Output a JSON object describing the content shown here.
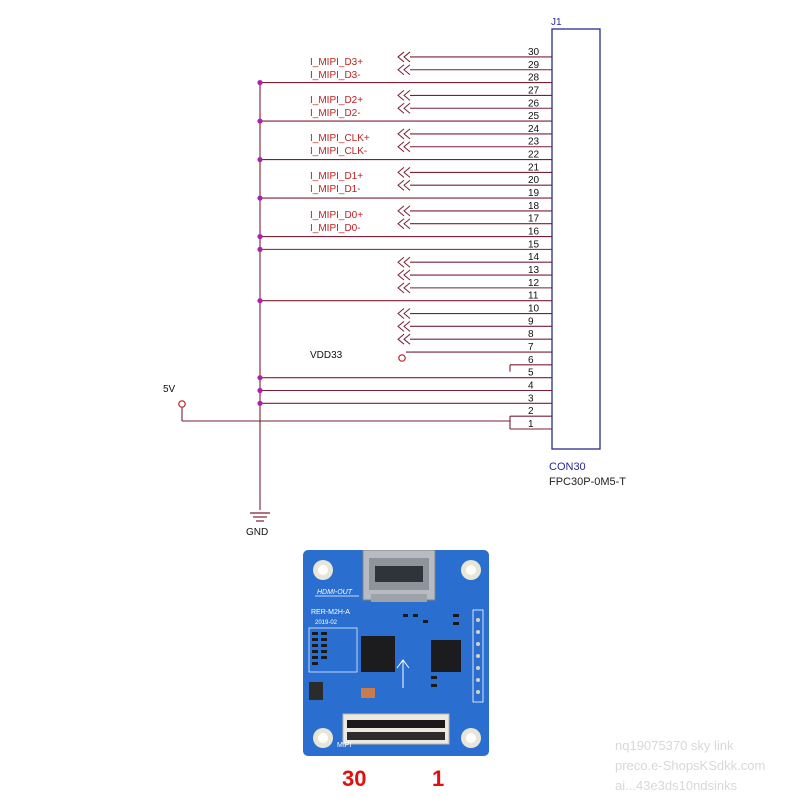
{
  "connector": {
    "designator": "J1",
    "value": "CON30",
    "part": "FPC30P-0M5-T",
    "pins": [
      "1",
      "2",
      "3",
      "4",
      "5",
      "6",
      "7",
      "8",
      "9",
      "10",
      "11",
      "12",
      "13",
      "14",
      "15",
      "16",
      "17",
      "18",
      "19",
      "20",
      "21",
      "22",
      "23",
      "24",
      "25",
      "26",
      "27",
      "28",
      "29",
      "30"
    ]
  },
  "nets": {
    "mipi": [
      {
        "pos": "I_MIPI_D3+",
        "neg": "I_MIPI_D3-"
      },
      {
        "pos": "I_MIPI_D2+",
        "neg": "I_MIPI_D2-"
      },
      {
        "pos": "I_MIPI_CLK+",
        "neg": "I_MIPI_CLK-"
      },
      {
        "pos": "I_MIPI_D1+",
        "neg": "I_MIPI_D1-"
      },
      {
        "pos": "I_MIPI_D0+",
        "neg": "I_MIPI_D0-"
      }
    ],
    "vdd": "VDD33",
    "power": "5V",
    "ground": "GND"
  },
  "board": {
    "hdmi_label": "HDMI-OUT",
    "model": "RER-M2H-A",
    "date": "2019-02",
    "mipi_label": "MIPI"
  },
  "pin_markers": {
    "left": "30",
    "right": "1"
  },
  "watermark": [
    "nq19075370 sky link",
    "preco.e-ShopsKSdkk.com",
    "ai...43e3ds10ndsinks"
  ],
  "colors": {
    "wire": "#7a1f35",
    "junction": "#b020b0",
    "connector": "#2a2a90",
    "net_label": "#c02020",
    "pcb": "#2a6fd0",
    "marker": "#e01010"
  }
}
